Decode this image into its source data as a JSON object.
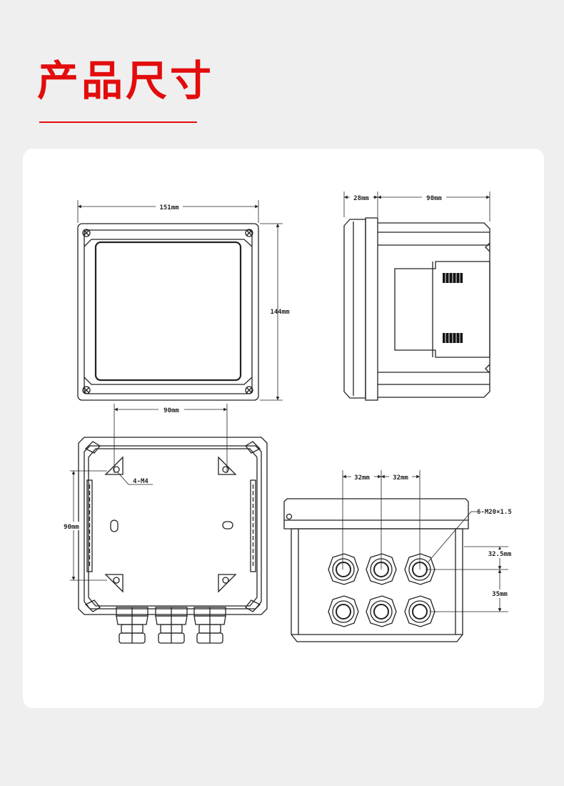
{
  "page": {
    "title": "产品尺寸"
  },
  "front_view": {
    "width_label": "151mm",
    "height_label": "144mm"
  },
  "side_view": {
    "depth_front_label": "28mm",
    "depth_body_label": "90mm"
  },
  "back_view": {
    "hole_spacing_h_label": "90mm",
    "hole_spacing_v_label": "90mm",
    "mount_hole_label": "4-M4"
  },
  "bottom_view": {
    "gland_spacing_1_label": "32mm",
    "gland_spacing_2_label": "32mm",
    "gland_spec_label": "6-M20×1.5",
    "row_spacing_1_label": "32.5mm",
    "row_spacing_2_label": "35mm"
  }
}
